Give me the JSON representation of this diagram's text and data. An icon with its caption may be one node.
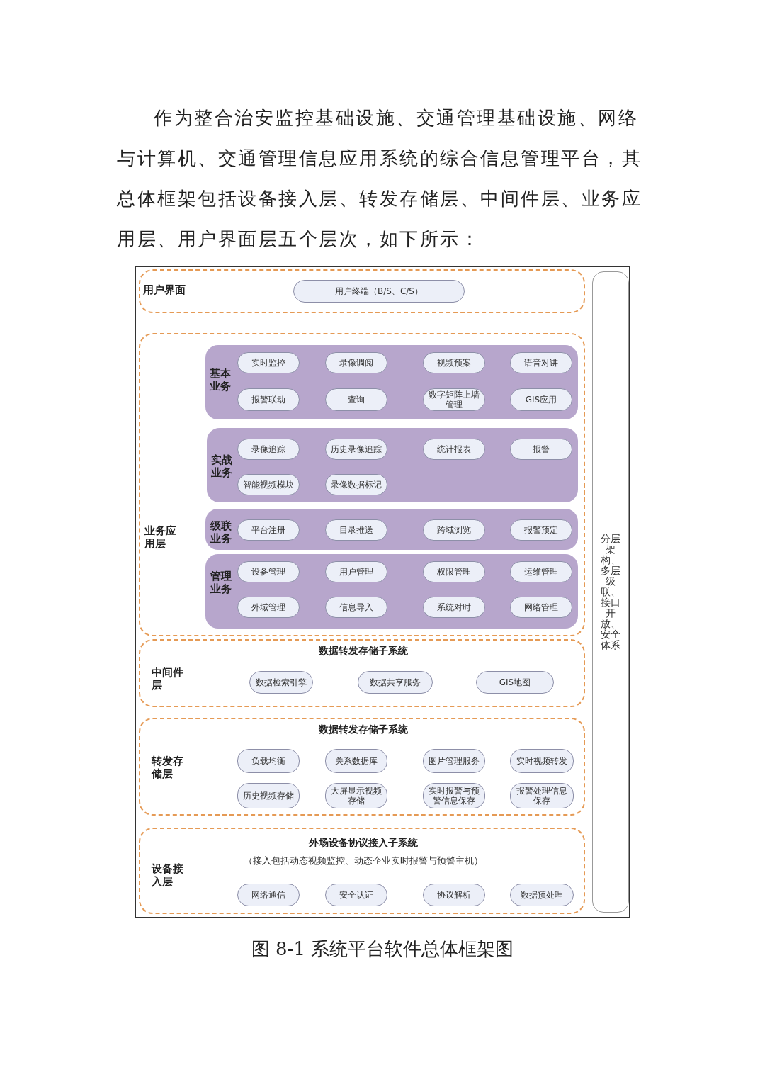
{
  "diagram": {
    "caption": "图 8-1  系统平台软件总体框架图",
    "nodes": [
      {
        "text": [
          "用户界面"
        ]
      },
      {
        "text": [
          "用户终端（B/S、C/S）"
        ],
        "in": 0
      },
      {
        "text": [
          "业务应用层"
        ]
      },
      {
        "text": [
          "基本业务"
        ],
        "in": 2
      },
      {
        "text": [
          "实时监控"
        ],
        "in": 3
      },
      {
        "text": [
          "录像调阅"
        ],
        "in": 3
      },
      {
        "text": [
          "视频预案"
        ],
        "in": 3
      },
      {
        "text": [
          "语音对讲"
        ],
        "in": 3
      },
      {
        "text": [
          "报警联动"
        ],
        "in": 3
      },
      {
        "text": [
          "查询"
        ],
        "in": 3
      },
      {
        "text": [
          "数字矩阵上墙管理"
        ],
        "in": 3
      },
      {
        "text": [
          "GIS应用"
        ],
        "in": 3
      },
      {
        "text": [
          "实战业务"
        ],
        "in": 2
      },
      {
        "text": [
          "录像追踪"
        ],
        "in": 12
      },
      {
        "text": [
          "历史录像追踪"
        ],
        "in": 12
      },
      {
        "text": [
          "统计报表"
        ],
        "in": 12
      },
      {
        "text": [
          "报警"
        ],
        "in": 12
      },
      {
        "text": [
          "智能视频模块"
        ],
        "in": 12
      },
      {
        "text": [
          "录像数据标记"
        ],
        "in": 12
      },
      {
        "text": [
          "级联业务"
        ],
        "in": 2
      },
      {
        "text": [
          "平台注册"
        ],
        "in": 19
      },
      {
        "text": [
          "目录推送"
        ],
        "in": 19
      },
      {
        "text": [
          "跨域浏览"
        ],
        "in": 19
      },
      {
        "text": [
          "报警预定"
        ],
        "in": 19
      },
      {
        "text": [
          "管理业务"
        ],
        "in": 2
      },
      {
        "text": [
          "设备管理"
        ],
        "in": 24
      },
      {
        "text": [
          "用户管理"
        ],
        "in": 24
      },
      {
        "text": [
          "权限管理"
        ],
        "in": 24
      },
      {
        "text": [
          "运维管理"
        ],
        "in": 24
      },
      {
        "text": [
          "外域管理"
        ],
        "in": 24
      },
      {
        "text": [
          "信息导入"
        ],
        "in": 24
      },
      {
        "text": [
          "系统对时"
        ],
        "in": 24
      },
      {
        "text": [
          "网络管理"
        ],
        "in": 24
      },
      {
        "text": [
          "中间件层",
          "数据转发存储子系统"
        ]
      },
      {
        "text": [
          "数据检索引擎"
        ],
        "in": 33
      },
      {
        "text": [
          "数据共享服务"
        ],
        "in": 33
      },
      {
        "text": [
          "GIS地图"
        ],
        "in": 33
      },
      {
        "text": [
          "转发存储层",
          "数据转发存储子系统"
        ]
      },
      {
        "text": [
          "负载均衡"
        ],
        "in": 37
      },
      {
        "text": [
          "关系数据库"
        ],
        "in": 37
      },
      {
        "text": [
          "图片管理服务"
        ],
        "in": 37
      },
      {
        "text": [
          "实时视频转发"
        ],
        "in": 37
      },
      {
        "text": [
          "历史视频存储"
        ],
        "in": 37
      },
      {
        "text": [
          "大屏显示视频存储"
        ],
        "in": 37
      },
      {
        "text": [
          "实时报警与预警信息保存"
        ],
        "in": 37
      },
      {
        "text": [
          "报警处理信息保存"
        ],
        "in": 37
      },
      {
        "text": [
          "设备接入层",
          "外场设备协议接入子系统",
          "（接入包括动态视频监控、动态企业实时报警与预警主机）"
        ]
      },
      {
        "text": [
          "网络通信"
        ],
        "in": 46
      },
      {
        "text": [
          "安全认证"
        ],
        "in": 46
      },
      {
        "text": [
          "协议解析"
        ],
        "in": 46
      },
      {
        "text": [
          "数据预处理"
        ],
        "in": 46
      },
      {
        "text": [
          "分层架构、多层级联、接口开放、安全体系"
        ]
      }
    ],
    "labels": [
      "作为整合治安监控基础设施、交通管理基础设施、网络与计算机、交通管理信息应用系统的综合信息管理平台，其总体框架包括设备接入层、转发存储层、中间件层、业务应用层、用户界面层五个层次，如下所示："
    ]
  }
}
